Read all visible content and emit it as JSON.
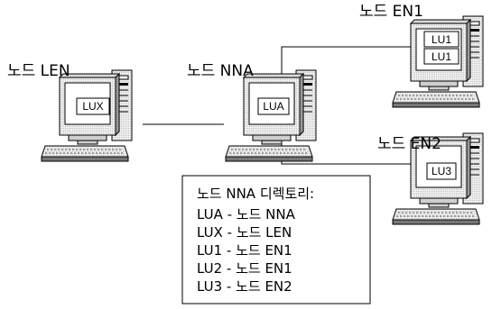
{
  "nodes": {
    "len": {
      "label": "노드 LEN",
      "screen": [
        "LUX"
      ]
    },
    "nna": {
      "label": "노드 NNA",
      "screen": [
        "LUA"
      ]
    },
    "en1": {
      "label": "노드 EN1",
      "screen": [
        "LU1",
        "LU1"
      ]
    },
    "en2": {
      "label": "노드 EN2",
      "screen": [
        "LU3"
      ]
    }
  },
  "directory": {
    "title": "노드 NNA 디렉토리:",
    "entries": [
      "LUA - 노드 NNA",
      "LUX - 노드 LEN",
      "LU1 - 노드 EN1",
      "LU2 - 노드 EN1",
      "LU3 - 노드 EN2"
    ]
  }
}
